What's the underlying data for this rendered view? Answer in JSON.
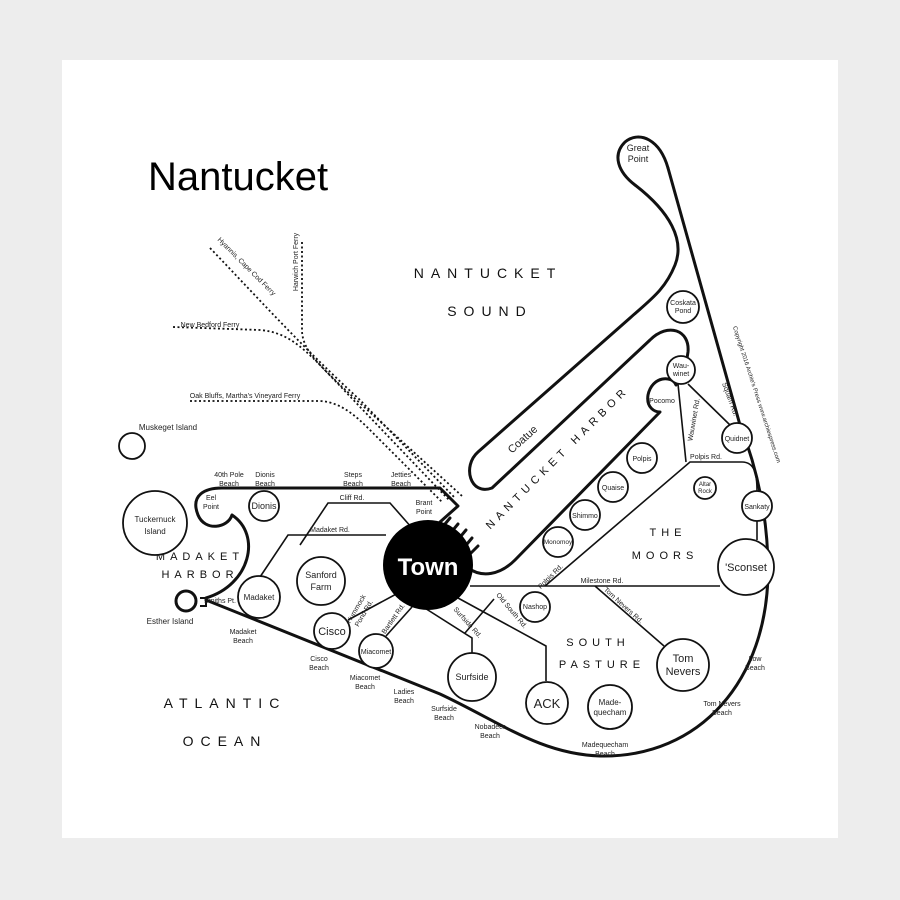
{
  "title": "Nantucket",
  "water": {
    "sound": [
      "NANTUCKET",
      "SOUND"
    ],
    "ocean": [
      "ATLANTIC",
      "OCEAN"
    ],
    "madaket_harbor": [
      "MADAKET",
      "HARBOR"
    ],
    "nantucket_harbor": "NANTUCKET HARBOR"
  },
  "regions": {
    "moors": [
      "THE",
      "MOORS"
    ],
    "south_pasture": [
      "SOUTH",
      "PASTURE"
    ]
  },
  "places": {
    "town": "Town",
    "great_point": [
      "Great",
      "Point"
    ],
    "coskata_pond": [
      "Coskata",
      "Pond"
    ],
    "wauwinet": [
      "Wau-",
      "winet"
    ],
    "pocomo": "Pocomo",
    "quidnet": "Quidnet",
    "polpis": "Polpis",
    "quaise": "Quaise",
    "shimmo": "Shimmo",
    "monomoy": "Monomoy",
    "altar_rock": [
      "Altar",
      "Rock"
    ],
    "sankaty": "Sankaty",
    "sconset": "'Sconset",
    "tom_nevers": [
      "Tom",
      "Nevers"
    ],
    "madequecham": [
      "Made-",
      "quecham"
    ],
    "ack": "ACK",
    "nashop": "Nashop",
    "surfside": "Surfside",
    "miacomet": "Miacomet",
    "cisco": "Cisco",
    "sanford_farm": [
      "Sanford",
      "Farm"
    ],
    "madaket": "Madaket",
    "dionis": "Dionis",
    "eel_point": [
      "Eel",
      "Point"
    ],
    "brant_point": [
      "Brant",
      "Point"
    ],
    "coatue": "Coatue",
    "smiths_pt": "Smiths Pt.",
    "muskeget_island": "Muskeget Island",
    "tuckernuck_island": [
      "Tuckernuck",
      "Island"
    ],
    "esther_island": "Esther Island"
  },
  "beaches": {
    "fortieth_pole": [
      "40th Pole",
      "Beach"
    ],
    "dionis": [
      "Dionis",
      "Beach"
    ],
    "steps": [
      "Steps",
      "Beach"
    ],
    "jetties": [
      "Jetties",
      "Beach"
    ],
    "madaket": [
      "Madaket",
      "Beach"
    ],
    "cisco": [
      "Cisco",
      "Beach"
    ],
    "miacomet": [
      "Miacomet",
      "Beach"
    ],
    "ladies": [
      "Ladies",
      "Beach"
    ],
    "surfside": [
      "Surfside",
      "Beach"
    ],
    "nobadeer": [
      "Nobadeer",
      "Beach"
    ],
    "madequecham": [
      "Madequecham",
      "Beach"
    ],
    "tom_nevers": [
      "Tom Nevers",
      "Beach"
    ],
    "low": [
      "Low",
      "Beach"
    ]
  },
  "roads": {
    "cliff": "Cliff Rd.",
    "madaket": "Madaket Rd.",
    "milestone": "Milestone Rd.",
    "polpis": "Polpis Rd.",
    "polpis_upper": "Polpis Rd.",
    "wauwinet": "Wauwinet Rd.",
    "squam": "Squam Rd.",
    "tom_nevers": "Tom Nevers Rd.",
    "old_south": "Old South Rd.",
    "surfside": "Surfside Rd.",
    "hummock_pond": [
      "Hummock",
      "Pond Rd."
    ],
    "bartlett": "Bartlett Rd."
  },
  "ferries": {
    "hyannis": "Hyannis, Cape Cod Ferry",
    "harwich": "Harwich Port Ferry",
    "new_bedford": "New Bedford Ferry",
    "oak_bluffs": "Oak Bluffs, Martha's Vineyard Ferry"
  },
  "copyright": "Copyright 2016 Archie's Press www.archiespress.com"
}
